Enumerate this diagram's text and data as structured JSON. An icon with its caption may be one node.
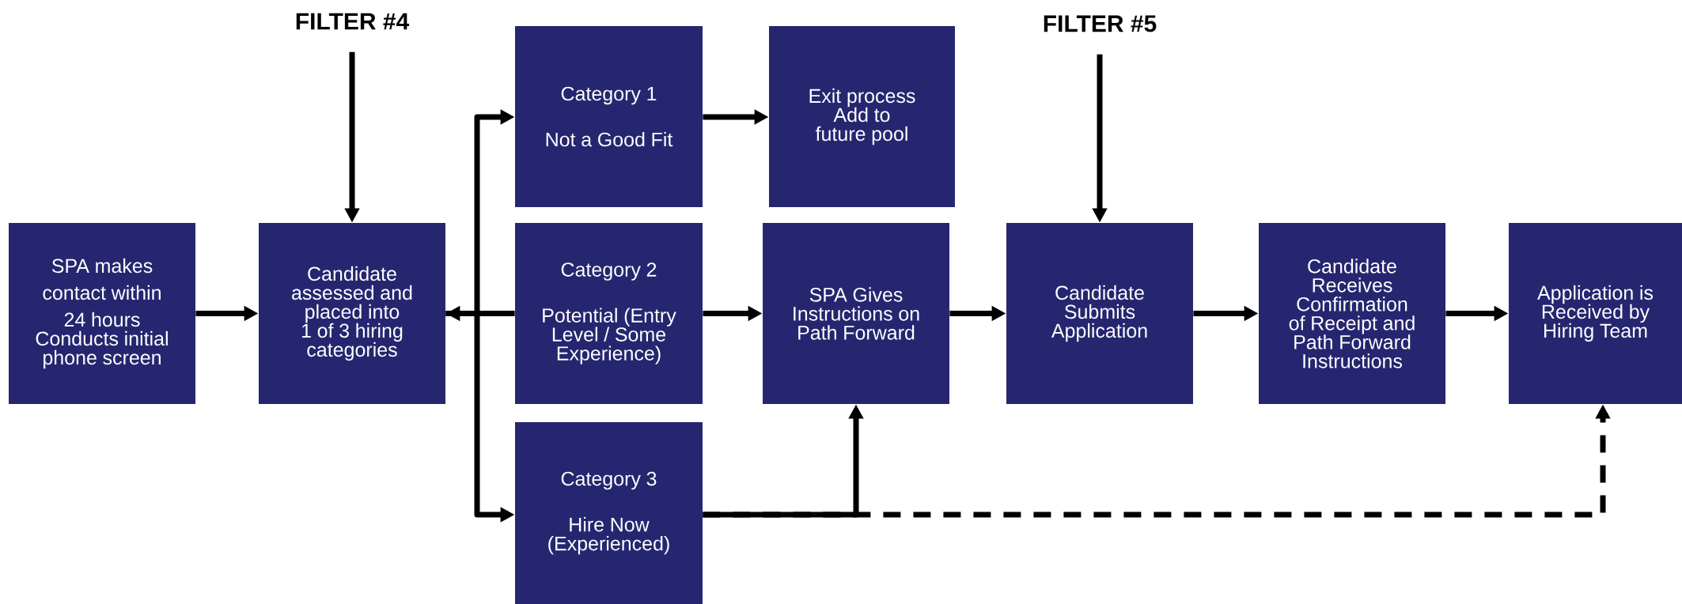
{
  "diagram": {
    "nodes": [
      {
        "text": [
          "FILTER #4"
        ]
      },
      {
        "text": [
          "FILTER #5"
        ]
      },
      {
        "text": [
          "SPA makes contact within 24 hours",
          "Conducts initial phone screen"
        ]
      },
      {
        "text": [
          "Candidate assessed and placed into 1 of 3 hiring categories"
        ]
      },
      {
        "text": [
          "Category 1",
          "Not a Good Fit"
        ]
      },
      {
        "text": [
          "Exit process",
          "Add to future pool"
        ]
      },
      {
        "text": [
          "Category 2",
          "Potential (Entry Level / Some Experience)"
        ]
      },
      {
        "text": [
          "SPA Gives Instructions on Path Forward"
        ]
      },
      {
        "text": [
          "Candidate Submits Application"
        ]
      },
      {
        "text": [
          "Candidate Receives Confirmation of Receipt and Path Forward Instructions"
        ]
      },
      {
        "text": [
          "Application is Received by Hiring Team"
        ]
      },
      {
        "text": [
          "Category 3",
          "Hire Now (Experienced)"
        ]
      }
    ],
    "edges": [
      {
        "from": 0,
        "to": 3,
        "arrow": "to"
      },
      {
        "from": 1,
        "to": 8,
        "arrow": "to"
      },
      {
        "from": 2,
        "to": 3,
        "arrow": "to"
      },
      {
        "from": 3,
        "to": 4,
        "arrow": "to"
      },
      {
        "from": 6,
        "to": 3,
        "arrow": "to"
      },
      {
        "from": 3,
        "to": 11,
        "arrow": "to"
      },
      {
        "from": 4,
        "to": 5,
        "arrow": "to"
      },
      {
        "from": 6,
        "to": 7,
        "arrow": "to"
      },
      {
        "from": 11,
        "to": 10,
        "arrow": "to",
        "style": "dashed"
      },
      {
        "from": 11,
        "to": 7,
        "arrow": "to"
      },
      {
        "from": 7,
        "to": 8,
        "arrow": "to"
      },
      {
        "from": 8,
        "to": 9,
        "arrow": "to"
      },
      {
        "from": 9,
        "to": 10,
        "arrow": "to"
      }
    ]
  }
}
